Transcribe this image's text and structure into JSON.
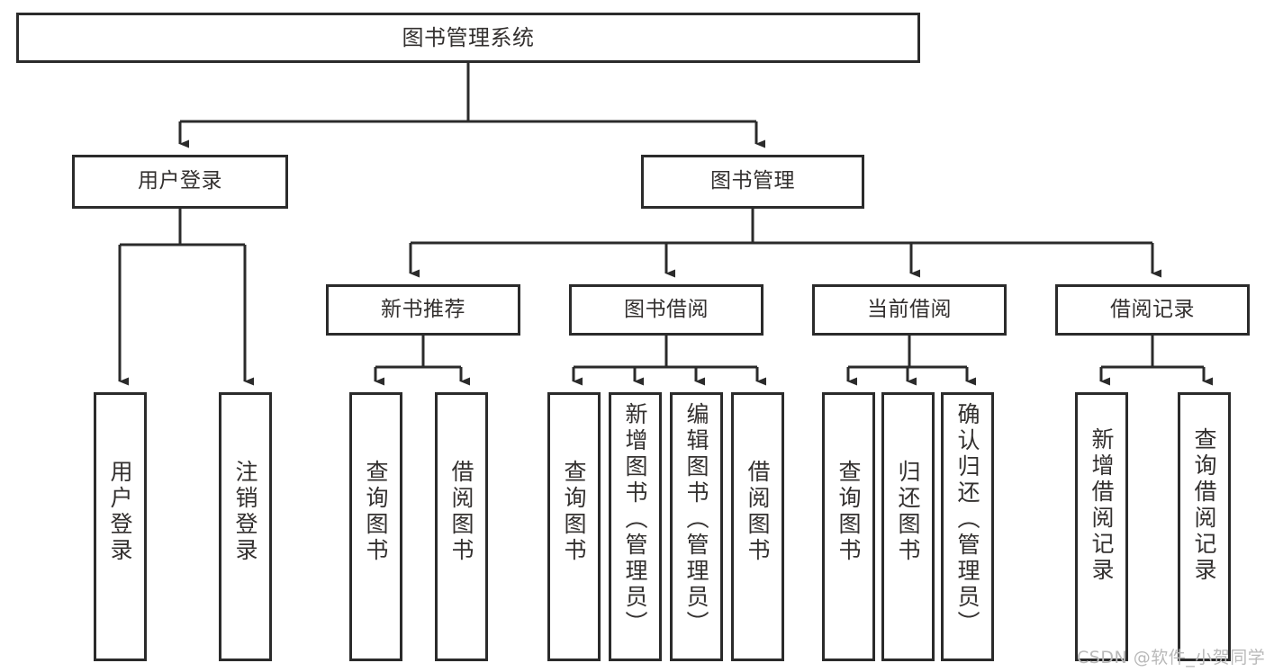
{
  "diagram": {
    "title": "图书管理系统",
    "type": "hierarchy-tree",
    "colors": {
      "box_border": "#2b2b2b",
      "box_fill": "#ffffff",
      "text": "#33302f",
      "edge": "#2b2b2b",
      "watermark": "#b9b9b9"
    },
    "nodes": {
      "root": {
        "label": "图书管理系统"
      },
      "level2": [
        {
          "id": "user-login",
          "label": "用户登录"
        },
        {
          "id": "book-manage",
          "label": "图书管理"
        }
      ],
      "level3": [
        {
          "id": "new-book-recommend",
          "label": "新书推荐"
        },
        {
          "id": "book-borrow",
          "label": "图书借阅"
        },
        {
          "id": "current-borrow",
          "label": "当前借阅"
        },
        {
          "id": "borrow-record",
          "label": "借阅记录"
        }
      ],
      "leaves": [
        {
          "id": "leaf-user-login",
          "label": "用户登录"
        },
        {
          "id": "leaf-logout-login",
          "label": "注销登录"
        },
        {
          "id": "leaf-query-book-1",
          "label": "查询图书"
        },
        {
          "id": "leaf-borrow-book-1",
          "label": "借阅图书"
        },
        {
          "id": "leaf-query-book-2",
          "label": "查询图书"
        },
        {
          "id": "leaf-add-book-admin",
          "label": "新增图书（管理员）"
        },
        {
          "id": "leaf-edit-book-admin",
          "label": "编辑图书（管理员）"
        },
        {
          "id": "leaf-borrow-book-2",
          "label": "借阅图书"
        },
        {
          "id": "leaf-query-book-3",
          "label": "查询图书"
        },
        {
          "id": "leaf-return-book",
          "label": "归还图书"
        },
        {
          "id": "leaf-confirm-return-admin",
          "label": "确认归还（管理员）"
        },
        {
          "id": "leaf-add-borrow-record",
          "label": "新增借阅记录"
        },
        {
          "id": "leaf-query-borrow-record",
          "label": "查询借阅记录"
        }
      ]
    },
    "watermark": "CSDN @软件_小贺同学"
  }
}
